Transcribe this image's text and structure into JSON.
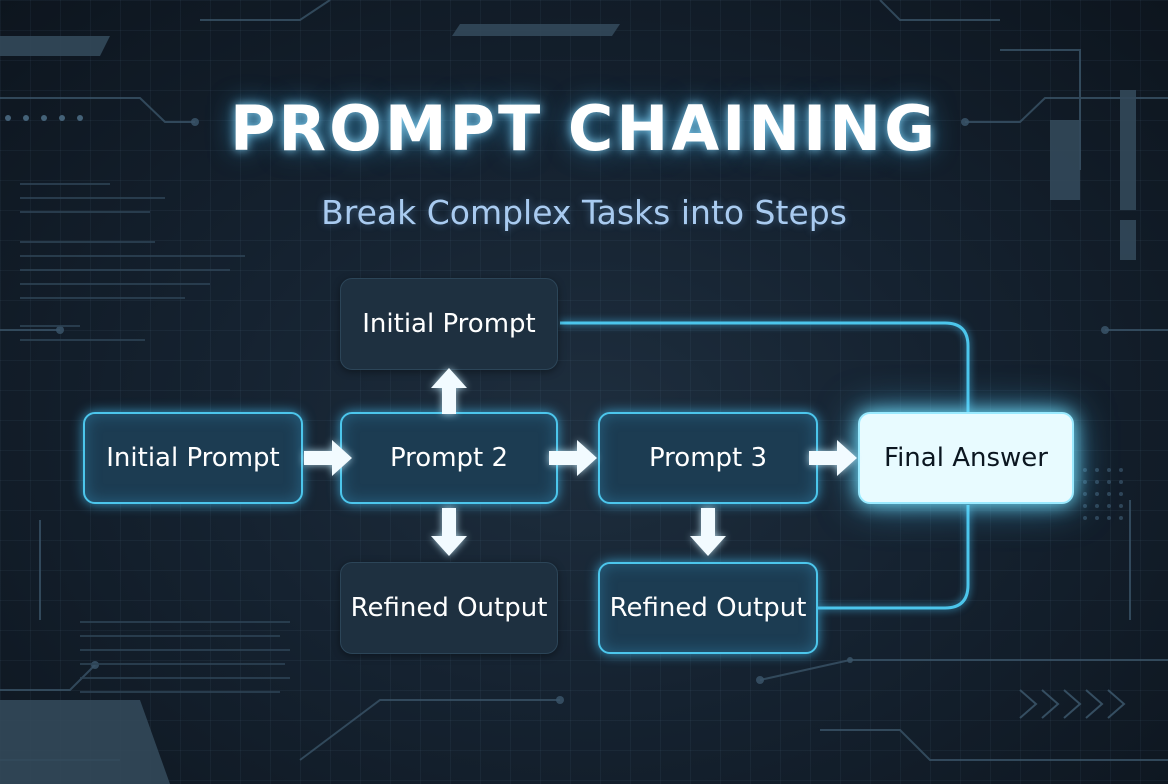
{
  "header": {
    "title": "PROMPT CHAINING",
    "subtitle": "Break Complex Tasks into Steps"
  },
  "nodes": {
    "top": "Initial Prompt",
    "start": "Initial Prompt",
    "step2": "Prompt 2",
    "step3": "Prompt 3",
    "final": "Final Answer",
    "output_left": "Refined Output",
    "output_right": "Refined Output"
  },
  "colors": {
    "node_border": "#4cc6ec",
    "node_fill": "#1c3c52",
    "final_fill": "#e8fbff",
    "title_glow": "#8cdcff",
    "subtitle": "#a9cbf0"
  }
}
